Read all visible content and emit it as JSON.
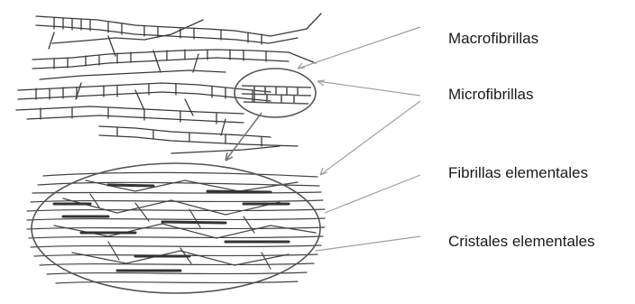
{
  "labels": {
    "macrofibrillas": "Macrofibrillas",
    "microfibrillas": "Microfibrillas",
    "fibrillas_elementales": "Fibrillas elementales",
    "cristales_elementales": "Cristales elementales"
  },
  "colors": {
    "ink": "#3a3a3a",
    "leader": "#a0a0a0",
    "label": "#1a1a1a"
  }
}
